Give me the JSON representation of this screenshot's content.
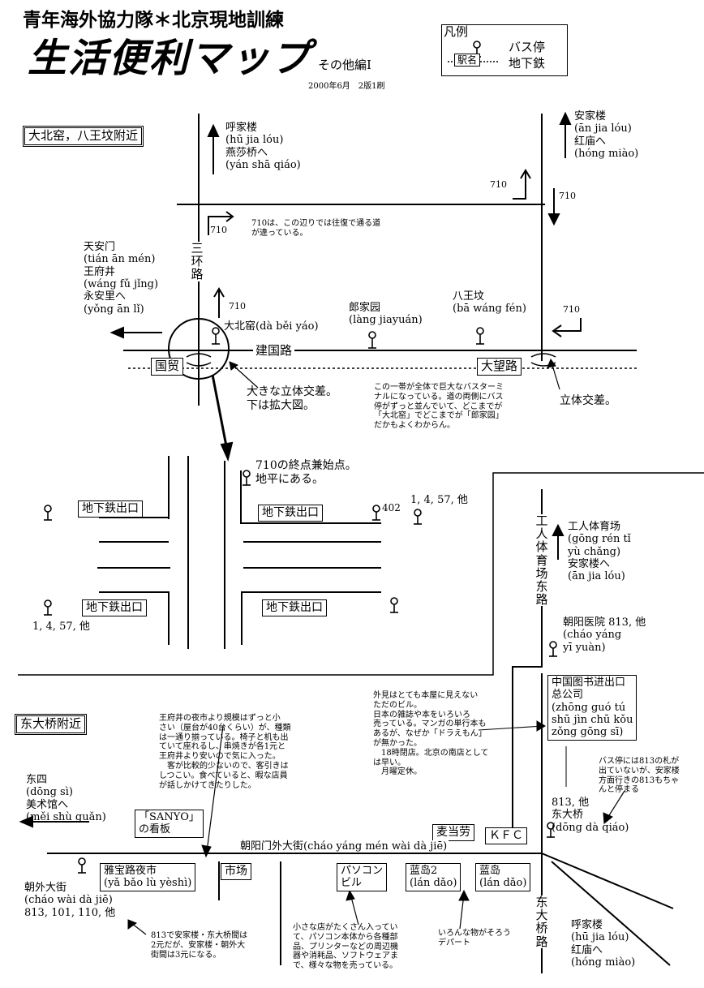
{
  "title": {
    "line1": "青年海外協力隊＊北京現地訓練",
    "line2": "生活便利マップ",
    "sub": "その他編Ⅰ",
    "edition": "2000年6月　2版1刷"
  },
  "legend": {
    "heading": "凡例",
    "bus_stop": "バス停",
    "station_name": "駅名",
    "subway": "地下鉄"
  },
  "section1": {
    "area_title": "大北窑，八王坟附近",
    "north_dest": "呼家楼\n(hū jia lóu)\n燕莎桥へ\n(yán shā qiáo)",
    "ne_dest": "安家楼\n(ān jia lóu)\n红庙へ\n(hóng miào)",
    "west_dest": "天安门\n(tián ān mén)\n王府井\n(wáng fǔ jǐng)\n永安里へ\n(yǒng ān lǐ)",
    "ring_road": "三环路",
    "jianguo_road": "建国路",
    "bus_710": "710",
    "note_710": "710は、この辺りでは往復で通る道\nが違っている。",
    "stop_dabeiyao": "大北窑(dà běi yáo)",
    "stop_langjiayuan": "郎家园\n(làng jiayuán)",
    "stop_bawangfen": "八王坟\n(bā wáng fén)",
    "station_guomao": "国贸",
    "station_dawanglu": "大望路",
    "note_interchange": "大きな立体交差。\n下は拡大図。",
    "note_terminal": "この一帯が全体で巨大なバスターミ\nナルになっている。道の両側にバス\n停がずっと並んでいて、どこまでが\n「大北窑」でどこまでが「郎家园」\nだかもよくわからん。",
    "note_overpass": "立体交差。"
  },
  "section2": {
    "note_710_terminal": "710の終点兼始点。\n地平にある。",
    "subway_exit": "地下鉄出口",
    "stop_402": "402",
    "routes_a": "1, 4, 57, 他",
    "routes_b": "1, 4, 57, 他",
    "road_gongti": "工人体育场东路",
    "gongti_dest": "工人体育场\n(gōng rén tǐ\nyù chǎng)\n安家楼へ\n(ān jia lóu)",
    "hospital_stop": "朝阳医院 813, 他\n(cháo yáng\nyī yuàn)"
  },
  "section3": {
    "area_title": "东大桥附近",
    "bookstore": "中国图书进出口\n总公司\n(zhōng guó tú\nshū jìn chū kǒu\nzǒng gōng sī)",
    "note_bookstore": "外見はとても本屋に見えない\nただのビル。\n日本の雑誌や本をいろいろ\n売っている。マンガの単行本も\nあるが、なぜか「ドラえもん」\nが無かった。\n　18時閉店。北京の南店として\nは早い。\n　月曜定休。",
    "note_market": "王府井の夜市より規模はずっと小\nさい（屋台が40台くらい）が、種類\nは一通り揃っている。椅子と机も出\nていて座れるし、串焼きが各1元と\n王府井より安いので気に入った。\n　客が比較的少ないので、客引きは\nしつこい。食べていると、暇な店員\nが話しかけてきたりした。",
    "note_busstop": "バス停には813の札が\n出ていないが、安家楼\n方面行きの813もちゃ\nんと停まる",
    "dongsi_dest": "东四\n(dōng sì)\n美术馆へ\n(měi shù guǎn)",
    "sanyo_sign": "「SANYO」\nの看板",
    "mcdonalds": "麦当劳",
    "kfc": "ＫＦＣ",
    "street": "朝阳门外大街(cháo yáng mén wài dà jiē)",
    "dongdaqiao_stop": "813, 他\n东大桥\n(dōng dà qiáo)",
    "yabaolu": "雅宝路夜市\n(yǎ bǎo lù yèshì)",
    "market": "市场",
    "pc_building": "パソコン\nビル",
    "landao2": "蓝岛2\n(lán dǎo)",
    "landao": "蓝岛\n(lán dǎo)",
    "chaowai_stop": "朝外大街\n(cháo wài dà jiē)\n813, 101, 110, 他",
    "note_fare": "813で安家楼・东大桥間は\n2元だが、安家楼・朝外大\n街間は3元になる。",
    "note_pc": "小さな店がたくさん入ってい\nて、パソコン本体から各種部\n品、プリンターなどの周辺機\n器や消耗品、ソフトウェアま\nで、様々な物を売っている。",
    "note_landao": "いろんな物がそろう\nデパート",
    "road_dongdaqiao": "东大桥路",
    "se_dest": "呼家楼\n(hū jia lóu)\n红庙へ\n(hóng miào)"
  }
}
